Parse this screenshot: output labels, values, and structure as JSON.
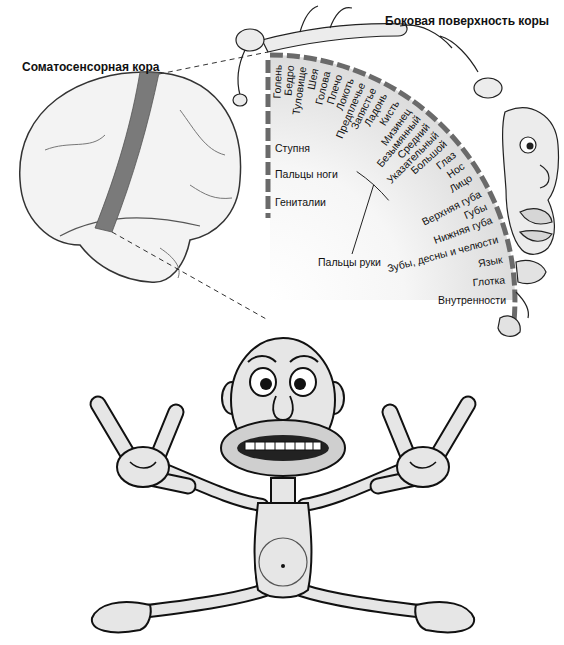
{
  "diagram": {
    "labels": [
      "Соматосенсорная кора",
      "Боковая поверхность коры",
      "Голень",
      "Бедро",
      "Туловище",
      "Шея",
      "Голова",
      "Плечо",
      "Локоть",
      "Предплечье",
      "Запястье",
      "Ладонь",
      "Кисть",
      "Мизинец",
      "Безымянный",
      "Средний",
      "Указательный",
      "Большой",
      "Глаз",
      "Нос",
      "Лицо",
      "Верхняя губа",
      "Губы",
      "Нижняя губа",
      "Зубы, десны и челюсти",
      "Язык",
      "Глотка",
      "Внутренности",
      "Ступня",
      "Пальцы ноги",
      "Гениталии",
      "Пальцы руки"
    ]
  }
}
